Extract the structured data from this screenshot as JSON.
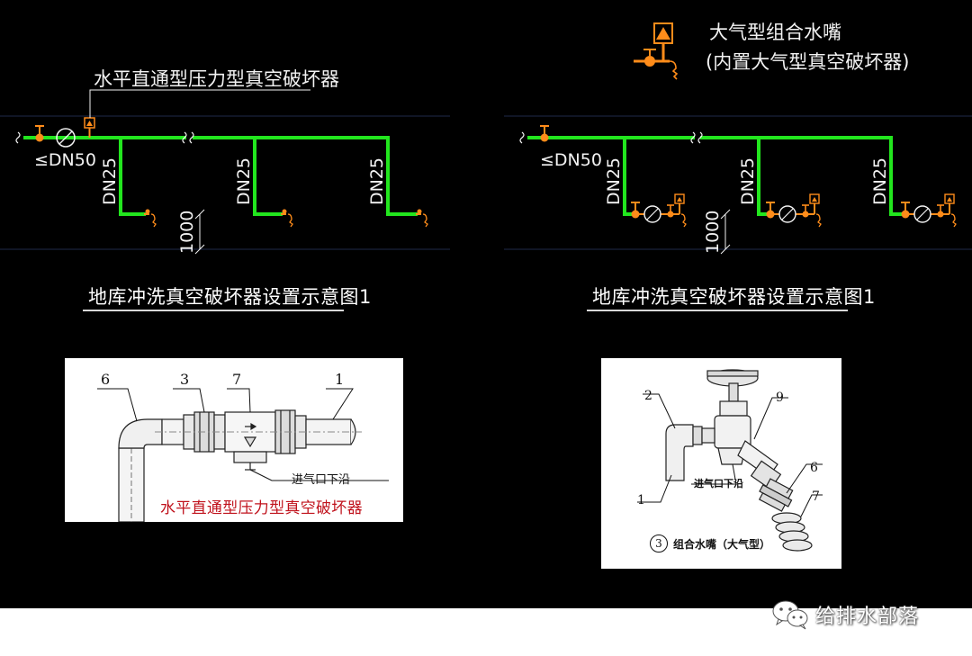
{
  "left_panel": {
    "main_label": "水平直通型压力型真空破坏器",
    "main_dn": "≤DN50",
    "branch_dn": [
      "DN25",
      "DN25",
      "DN25"
    ],
    "height_dim": "1000",
    "caption": "地库冲洗真空破坏器设置示意图1"
  },
  "right_panel": {
    "legend_label": "大气型组合水嘴",
    "legend_sublabel": "(内置大气型真空破坏器)",
    "main_dn": "≤DN50",
    "branch_dn": [
      "DN25",
      "DN25",
      "DN25"
    ],
    "height_dim": "1000",
    "caption": "地库冲洗真空破坏器设置示意图1"
  },
  "left_photo": {
    "callouts": [
      "6",
      "3",
      "7",
      "1"
    ],
    "inlet_label": "进气口下沿",
    "red_caption": "水平直通型压力型真空破坏器"
  },
  "right_photo": {
    "callouts": [
      "2",
      "9",
      "1",
      "6",
      "7"
    ],
    "inlet_label": "进气口下沿",
    "figure_number": "3",
    "figure_caption": "组合水嘴（大气型）"
  },
  "watermark": {
    "icon": "wechat-icon",
    "text": "给排水部落"
  },
  "colors": {
    "pipe": "#22e61e",
    "valve": "#ff8c1a",
    "background": "#000000",
    "red_caption": "#c0121c"
  }
}
